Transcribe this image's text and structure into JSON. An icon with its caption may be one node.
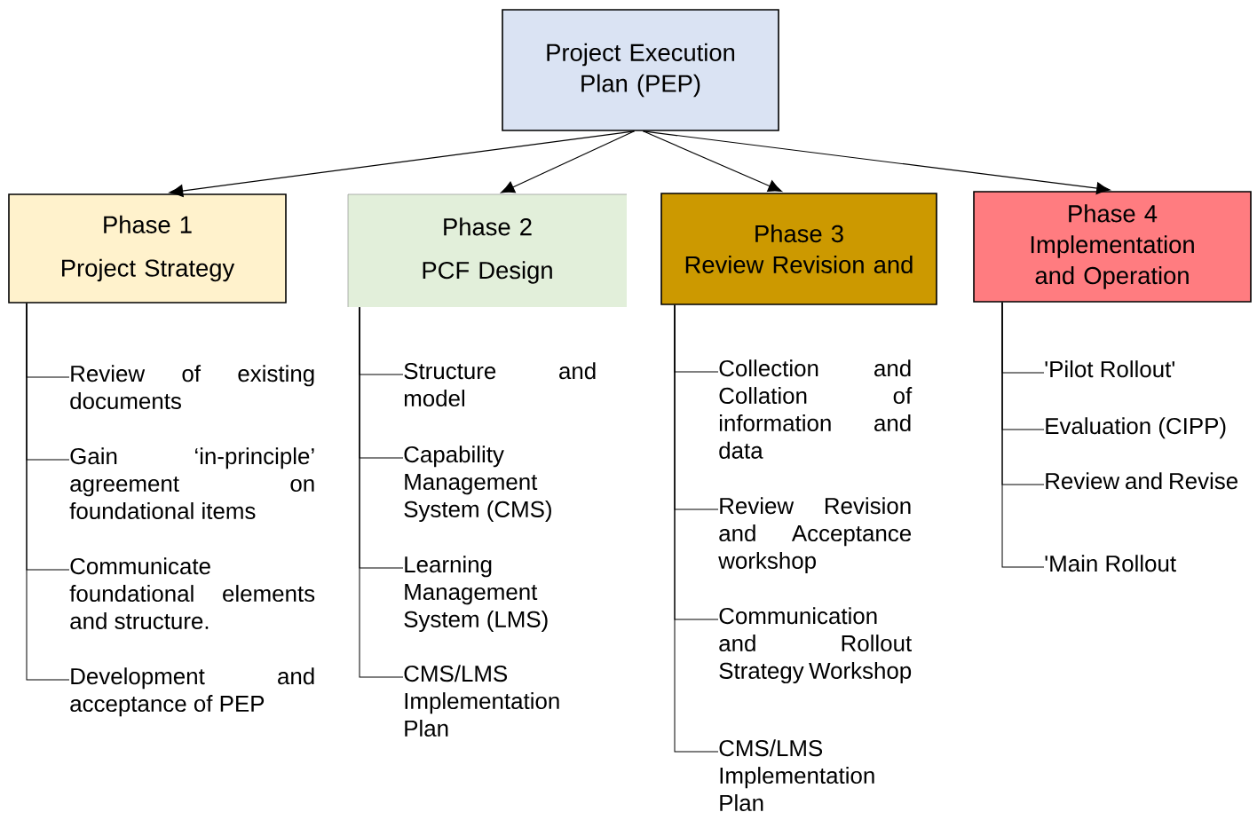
{
  "diagram": {
    "nodes": [
      {
        "text": [
          "Project Execution Plan (PEP)"
        ]
      },
      {
        "text": [
          "Phase 1",
          "Project Strategy"
        ]
      },
      {
        "text": [
          "Phase 2",
          "PCF Design"
        ]
      },
      {
        "text": [
          "Phase 3",
          "Review Revision and"
        ]
      },
      {
        "text": [
          "Phase 4",
          "Implementation and Operation"
        ]
      },
      {
        "text": [
          "Review of existing documents"
        ]
      },
      {
        "text": [
          "Gain ‘in-principle’ agreement on foundational items"
        ]
      },
      {
        "text": [
          "Communicate foundational elements and structure."
        ]
      },
      {
        "text": [
          "Development and acceptance of PEP"
        ]
      },
      {
        "text": [
          "Structure and model"
        ]
      },
      {
        "text": [
          "Capability Management System (CMS)"
        ]
      },
      {
        "text": [
          "Learning Management System (LMS)"
        ]
      },
      {
        "text": [
          "CMS/LMS Implementation Plan"
        ]
      },
      {
        "text": [
          "Collection and Collation of information and data"
        ]
      },
      {
        "text": [
          "Review Revision and Acceptance workshop"
        ]
      },
      {
        "text": [
          "Communication and Rollout Strategy Workshop"
        ]
      },
      {
        "text": [
          "CMS/LMS Implementation Plan"
        ]
      },
      {
        "text": [
          "'Pilot Rollout'"
        ]
      },
      {
        "text": [
          "Evaluation (CIPP)"
        ]
      },
      {
        "text": [
          "Review and Revise"
        ]
      },
      {
        "text": [
          "'Main Rollout"
        ]
      }
    ],
    "edges": [
      {
        "from": 0,
        "to": 1,
        "arrow": "to"
      },
      {
        "from": 0,
        "to": 2,
        "arrow": "to"
      },
      {
        "from": 0,
        "to": 3,
        "arrow": "to"
      },
      {
        "from": 0,
        "to": 4,
        "arrow": "to"
      },
      {
        "from": 1,
        "to": 5,
        "arrow": "none"
      },
      {
        "from": 1,
        "to": 6,
        "arrow": "none"
      },
      {
        "from": 1,
        "to": 7,
        "arrow": "none"
      },
      {
        "from": 1,
        "to": 8,
        "arrow": "none"
      },
      {
        "from": 2,
        "to": 9,
        "arrow": "none"
      },
      {
        "from": 2,
        "to": 10,
        "arrow": "none"
      },
      {
        "from": 2,
        "to": 11,
        "arrow": "none"
      },
      {
        "from": 2,
        "to": 12,
        "arrow": "none"
      },
      {
        "from": 3,
        "to": 13,
        "arrow": "none"
      },
      {
        "from": 3,
        "to": 14,
        "arrow": "none"
      },
      {
        "from": 3,
        "to": 15,
        "arrow": "none"
      },
      {
        "from": 3,
        "to": 16,
        "arrow": "none"
      },
      {
        "from": 4,
        "to": 17,
        "arrow": "none"
      },
      {
        "from": 4,
        "to": 18,
        "arrow": "none"
      },
      {
        "from": 4,
        "to": 19,
        "arrow": "none"
      },
      {
        "from": 4,
        "to": 20,
        "arrow": "none"
      }
    ]
  }
}
